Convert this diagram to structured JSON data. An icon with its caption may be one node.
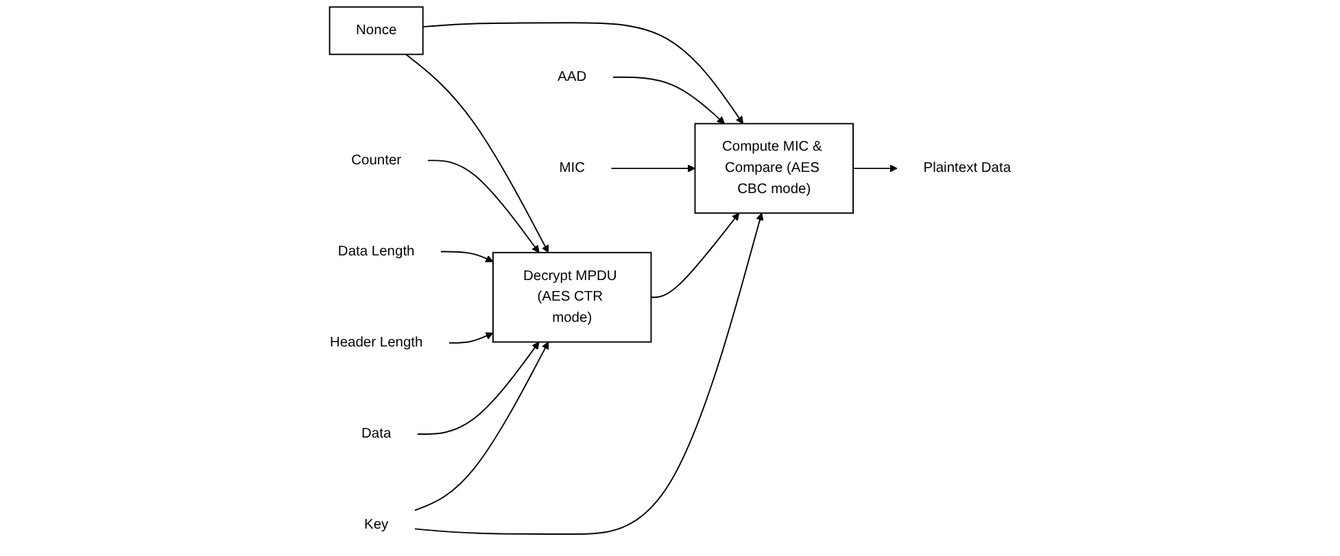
{
  "diagram": {
    "nodes": [
      {
        "text": [
          "Nonce"
        ]
      },
      {
        "text": [
          "Counter"
        ]
      },
      {
        "text": [
          "AAD"
        ]
      },
      {
        "text": [
          "MIC"
        ]
      },
      {
        "text": [
          "Data Length"
        ]
      },
      {
        "text": [
          "Header Length"
        ]
      },
      {
        "text": [
          "Data"
        ]
      },
      {
        "text": [
          "Decrypt MPDU (AES CTR mode)"
        ]
      },
      {
        "text": [
          "Compute MIC & Compare (AES CBC mode)"
        ]
      },
      {
        "text": [
          "Plaintext Data"
        ]
      },
      {
        "text": [
          "Key"
        ]
      }
    ],
    "edges": [
      {
        "from": 0,
        "to": 7,
        "arrow": "to"
      },
      {
        "from": 0,
        "to": 8,
        "arrow": "to"
      },
      {
        "from": 1,
        "to": 7,
        "arrow": "to"
      },
      {
        "from": 2,
        "to": 8,
        "arrow": "to"
      },
      {
        "from": 3,
        "to": 8,
        "arrow": "to"
      },
      {
        "from": 4,
        "to": 7,
        "arrow": "to"
      },
      {
        "from": 5,
        "to": 7,
        "arrow": "to"
      },
      {
        "from": 6,
        "to": 7,
        "arrow": "to"
      },
      {
        "from": 7,
        "to": 8,
        "arrow": "to"
      },
      {
        "from": 8,
        "to": 9,
        "arrow": "to"
      },
      {
        "from": 10,
        "to": 7,
        "arrow": "to"
      },
      {
        "from": 10,
        "to": 8,
        "arrow": "to"
      }
    ]
  }
}
